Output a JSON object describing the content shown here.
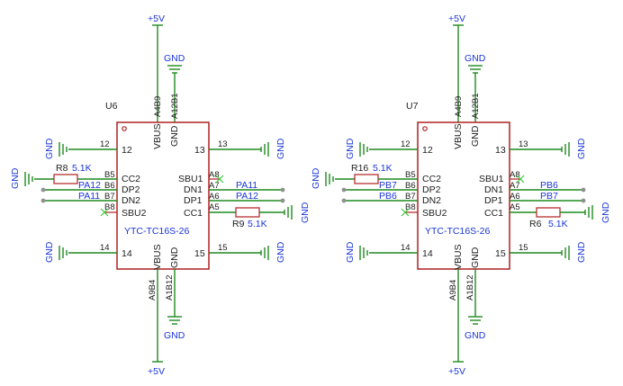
{
  "power_label": "+5V",
  "ground_label": "GND",
  "connectors": [
    {
      "ref": "U6",
      "part": "YTC-TC16S-26",
      "top_pins": [
        "A4B9",
        "A12B1"
      ],
      "top_names": [
        "VBUS",
        "GND"
      ],
      "bottom_pins": [
        "A9B4",
        "A1B12"
      ],
      "bottom_names": [
        "VBUS",
        "GND"
      ],
      "corner_pins": [
        "12",
        "13",
        "14",
        "15"
      ],
      "left_pins": [
        "B5",
        "B6",
        "B7",
        "B8"
      ],
      "left_names": [
        "CC2",
        "DP2",
        "DN2",
        "SBU2"
      ],
      "right_pins": [
        "A8",
        "A7",
        "A6",
        "A5"
      ],
      "right_names": [
        "SBU1",
        "DN1",
        "DP1",
        "CC1"
      ],
      "left_res_ref": "R8",
      "left_res_val": "5.1K",
      "right_res_ref": "R9",
      "right_res_val": "5.1K",
      "left_net_dp": "PA12",
      "left_net_dn": "PA11",
      "right_net_dn": "PA11",
      "right_net_dp": "PA12"
    },
    {
      "ref": "U7",
      "part": "YTC-TC16S-26",
      "top_pins": [
        "A4B9",
        "A12B1"
      ],
      "top_names": [
        "VBUS",
        "GND"
      ],
      "bottom_pins": [
        "A9B4",
        "A1B12"
      ],
      "bottom_names": [
        "VBUS",
        "GND"
      ],
      "corner_pins": [
        "12",
        "13",
        "14",
        "15"
      ],
      "left_pins": [
        "B5",
        "B6",
        "B7",
        "B8"
      ],
      "left_names": [
        "CC2",
        "DP2",
        "DN2",
        "SBU2"
      ],
      "right_pins": [
        "A8",
        "A7",
        "A6",
        "A5"
      ],
      "right_names": [
        "SBU1",
        "DN1",
        "DP1",
        "CC1"
      ],
      "left_res_ref": "R16",
      "left_res_val": "5.1K",
      "right_res_ref": "R6",
      "right_res_val": "5.1K",
      "left_net_dp": "PB7",
      "left_net_dn": "PB6",
      "right_net_dn": "PB6",
      "right_net_dp": "PB7"
    }
  ]
}
